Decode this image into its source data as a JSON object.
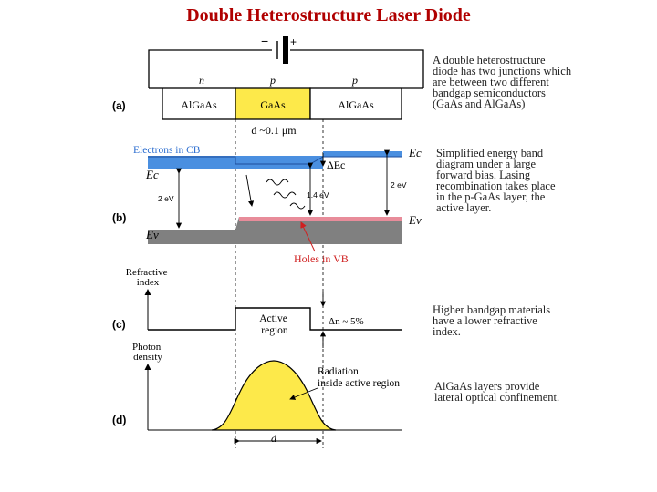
{
  "title": "Double Heterostructure Laser Diode",
  "panels": {
    "a": {
      "label": "(a)",
      "battery_minus": "−",
      "battery_plus": "+",
      "layers": [
        {
          "doping": "n",
          "material": "AlGaAs"
        },
        {
          "doping": "p",
          "material": "GaAs"
        },
        {
          "doping": "p",
          "material": "AlGaAs"
        }
      ],
      "thickness_label": "d ~0.1 μm",
      "note": "A double heterostructure\ndiode has two junctions which\nare between two different\nbandgap semiconductors\n(GaAs and AlGaAs)"
    },
    "b": {
      "label": "(b)",
      "electrons_label": "Electrons in CB",
      "ec_left": "Ec",
      "ev_left": "Ev",
      "ec_right": "Ec",
      "ev_right": "Ev",
      "delta_ec": "ΔEc",
      "gap_left": "2 eV",
      "gap_mid": "1.4 eV",
      "gap_right": "2 eV",
      "holes_label": "Holes in VB",
      "note": "Simplified energy band\ndiagram under a large\nforward bias. Lasing\nrecombination takes place\nin the p-GaAs layer, the\nactive layer.",
      "colors": {
        "conduction": "#4a8fe0",
        "valence": "#808080",
        "holes": "#e88c9a"
      }
    },
    "c": {
      "label": "(c)",
      "ylabel": "Refractive\nindex",
      "active_label": "Active\nregion",
      "delta_n": "Δn ~ 5%",
      "note": "Higher bandgap materials\nhave a lower refractive\nindex."
    },
    "d": {
      "label": "(d)",
      "ylabel": "Photon\ndensity",
      "radiation_label": "Radiation\ninside active region",
      "width_label": "d",
      "note": "AlGaAs layers provide\nlateral optical confinement.",
      "colors": {
        "fill": "#fde94a"
      }
    }
  },
  "colors": {
    "title": "#b00000",
    "gaas": "#fde94a"
  }
}
